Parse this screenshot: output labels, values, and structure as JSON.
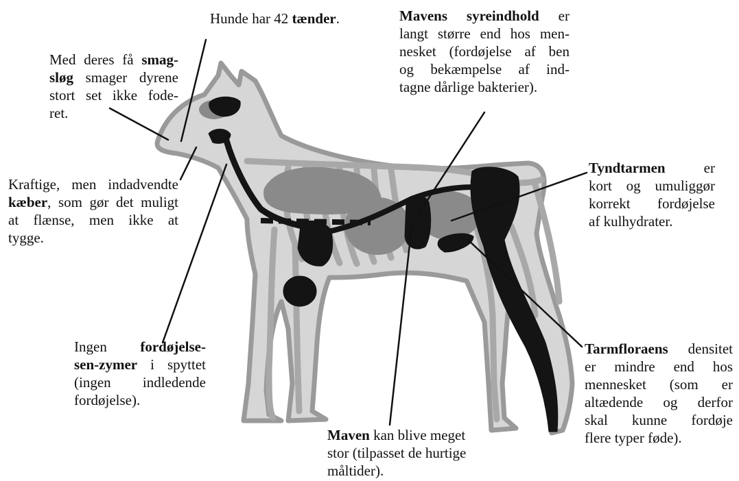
{
  "colors": {
    "body_fill": "#d6d6d6",
    "outline": "#9a9a9a",
    "organ_gray": "#8a8a8a",
    "organ_dark": "#141414",
    "skeleton": "#a8a8a8",
    "leader_line": "#111111"
  },
  "annotations": {
    "teeth": {
      "l1": [
        "Hunde har 42 ",
        "tænder",
        "."
      ]
    },
    "taste": {
      "l1": [
        "Med deres få ",
        "smag-"
      ],
      "l2": [
        "sløg",
        " smager dyrene"
      ],
      "l3": "stort set ikke fode-",
      "l4": "ret."
    },
    "jaw": {
      "l1": "Kraftige, men indadvendte",
      "l2": [
        "kæber",
        ", som gør det muligt"
      ],
      "l3": "at flænse, men ikke at",
      "l4": "tygge."
    },
    "enzymes": {
      "l1": [
        "Ingen ",
        "fordøjelse-"
      ],
      "l2": [
        "sen-zymer",
        " i spyttet"
      ],
      "l3": "(ingen indledende",
      "l4": "fordøjelse)."
    },
    "acid": {
      "l1": [
        "Mavens syreindhold",
        " er"
      ],
      "l2": "langt større end hos men-",
      "l3": "nesket (fordøjelse af ben",
      "l4": "og bekæmpelse af ind-",
      "l5": "tagne dårlige bakterier)."
    },
    "small_intestine": {
      "l1": [
        "Tyndtarmen",
        " er"
      ],
      "l2": "kort og umuliggør",
      "l3": "korrekt fordøjelse",
      "l4": "af kulhydrater."
    },
    "flora": {
      "l1": [
        "Tarmfloraens",
        " densitet"
      ],
      "l2": "er mindre end hos",
      "l3": "mennesket (som er",
      "l4": "altædende og derfor",
      "l5": "skal kunne fordøje",
      "l6": "flere typer føde)."
    },
    "stomach": {
      "l1": [
        "Maven",
        " kan blive meget"
      ],
      "l2": "stor (tilpasset de hurtige",
      "l3": "måltider)."
    }
  }
}
